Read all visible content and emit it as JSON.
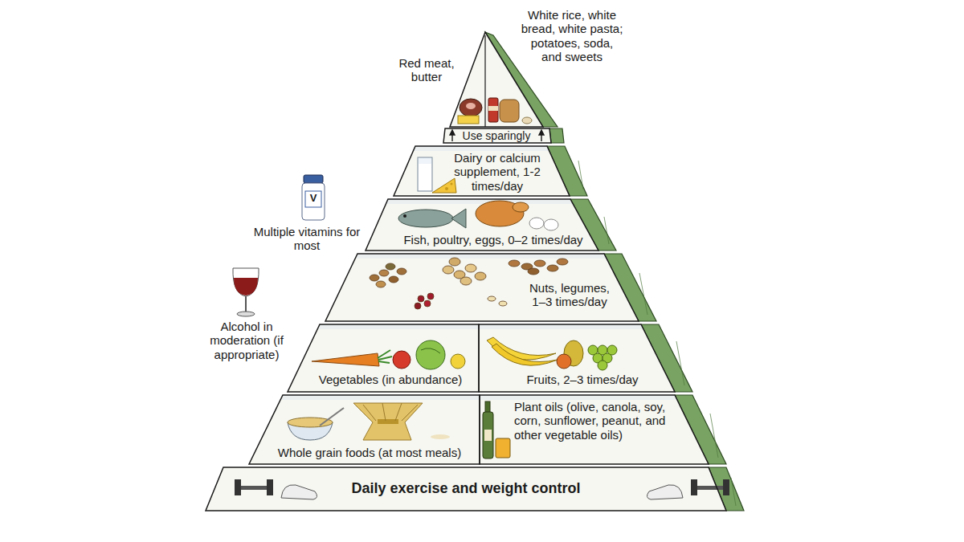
{
  "diagram": {
    "nodes": [
      {
        "text": [
          "Use sparingly"
        ]
      },
      {
        "text": [
          "Dairy or calcium supplement, 1-2 times/day"
        ]
      },
      {
        "text": [
          "Fish, poultry, eggs, 0–2 times/day"
        ]
      },
      {
        "text": [
          "Nuts, legumes, 1–3 times/day"
        ]
      },
      {
        "text": [
          "Vegetables (in abundance)"
        ]
      },
      {
        "text": [
          "Fruits, 2–3 times/day"
        ]
      },
      {
        "text": [
          "Whole grain foods (at most meals)"
        ]
      },
      {
        "text": [
          "Plant oils (olive, canola, soy, corn, sunflower, peanut, and other vegetable oils)"
        ]
      },
      {
        "text": [
          "Daily exercise and weight control"
        ]
      }
    ],
    "labels": [
      "Red meat, butter",
      "White rice, white bread, white pasta; potatoes, soda, and sweets",
      "V",
      "Multiple vitamins for most",
      "Alcohol in moderation (if appropriate)"
    ]
  }
}
